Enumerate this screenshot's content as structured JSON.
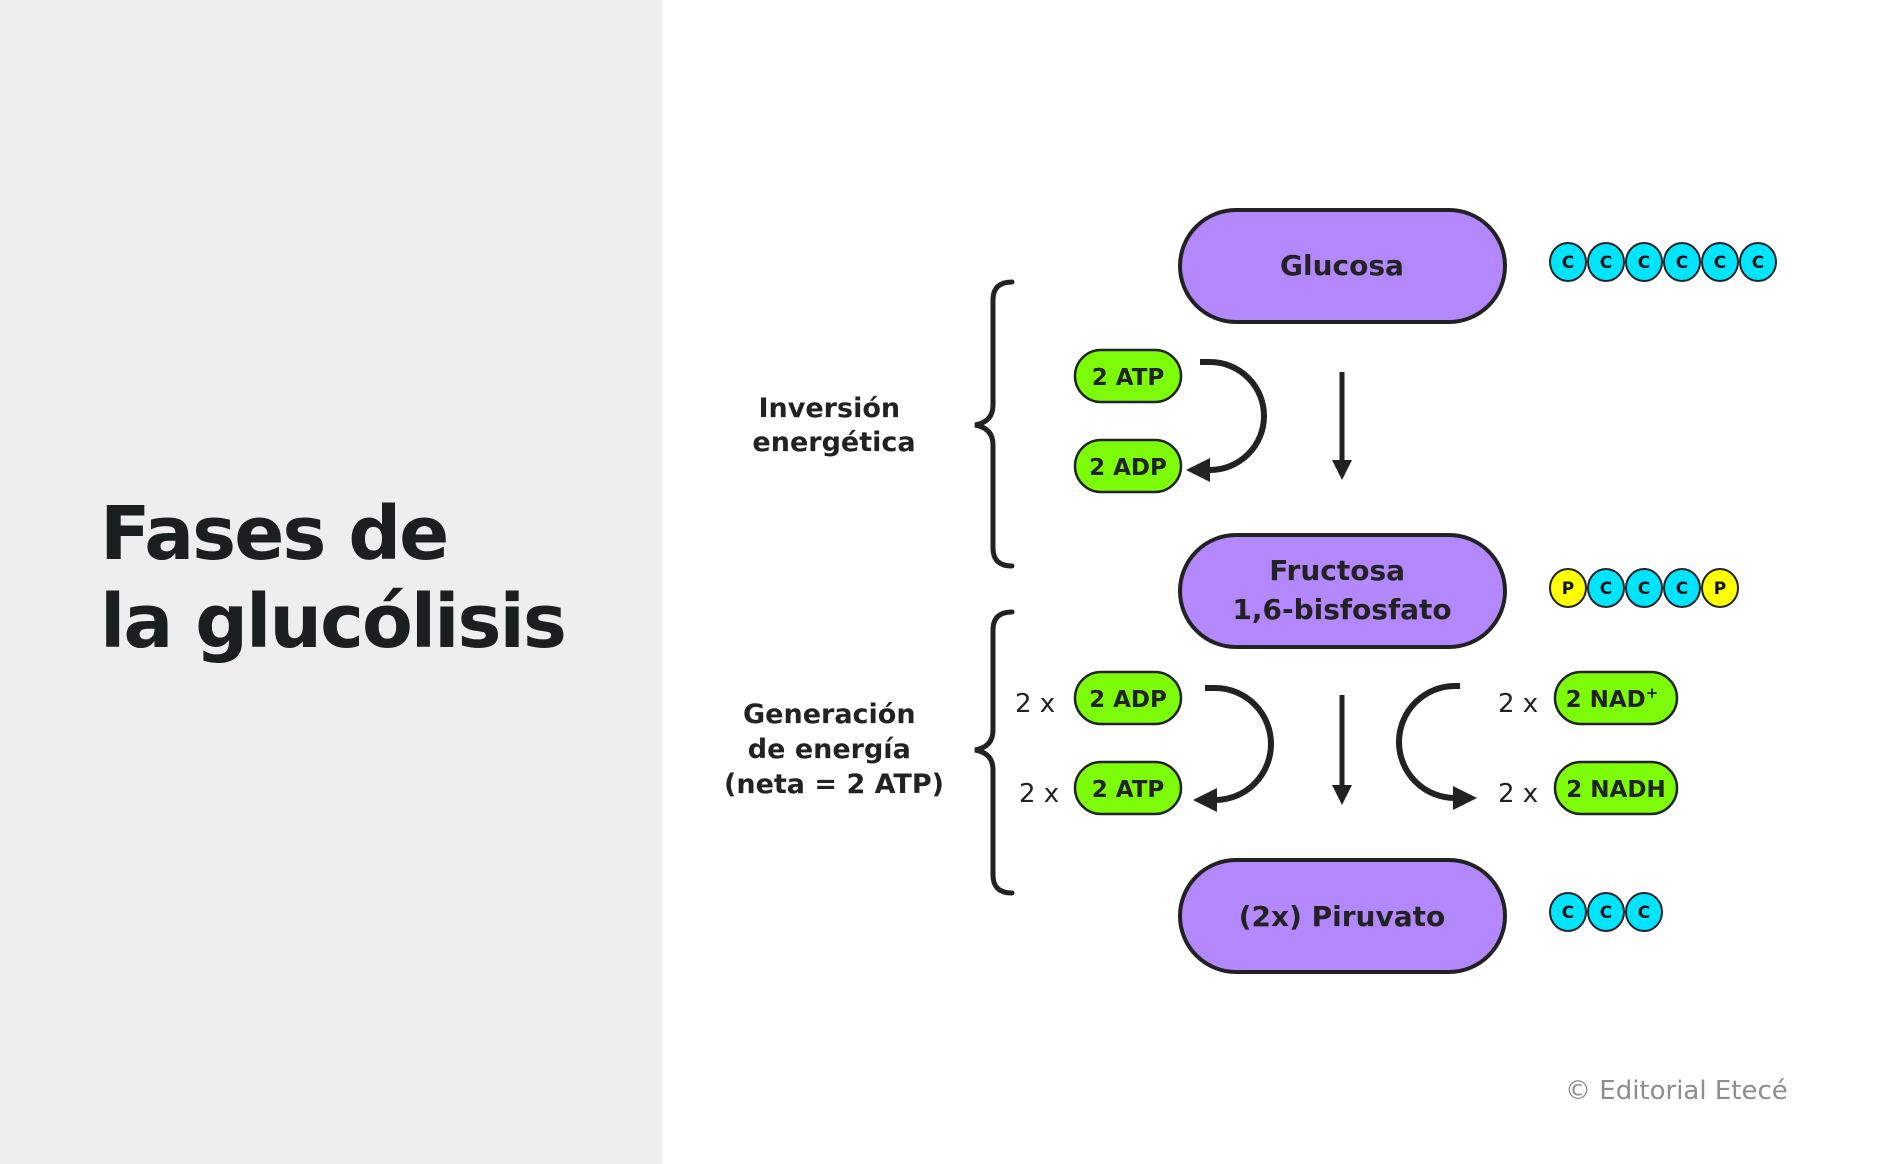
{
  "title": {
    "line1": "Fases de",
    "line2": "la glucólisis"
  },
  "colors": {
    "panel_bg": "#eeeeee",
    "molecule_fill": "#b388fc",
    "energy_fill": "#7dfc0a",
    "carbon_fill": "#00e5ff",
    "phosphate_fill": "#ffff00",
    "outline": "#222222",
    "credit": "#8e8e8e"
  },
  "molecules": [
    {
      "id": "glucosa",
      "lines": [
        "Glucosa"
      ],
      "atoms": [
        "C",
        "C",
        "C",
        "C",
        "C",
        "C"
      ]
    },
    {
      "id": "fructosa",
      "lines": [
        "Fructosa",
        "1,6-bisfosfato"
      ],
      "atoms": [
        "P",
        "C",
        "C",
        "C",
        "P"
      ]
    },
    {
      "id": "piruvato",
      "lines": [
        "(2x) Piruvato"
      ],
      "atoms": [
        "C",
        "C",
        "C"
      ]
    }
  ],
  "phases": [
    {
      "id": "inversion",
      "lines": [
        "Inversión",
        "energética"
      ]
    },
    {
      "id": "generacion",
      "lines": [
        "Generación",
        "de energía",
        "(neta = 2 ATP)"
      ]
    }
  ],
  "energy": {
    "phase1": {
      "input": "2 ATP",
      "output": "2 ADP"
    },
    "phase2_left": {
      "input": "2 ADP",
      "output": "2 ATP",
      "multiplier_in": "2 x",
      "multiplier_out": "2 x"
    },
    "phase2_right": {
      "input": "2 NAD",
      "input_sup": "+",
      "output": "2 NADH",
      "multiplier_in": "2 x",
      "multiplier_out": "2 x"
    }
  },
  "credit": "© Editorial Etecé"
}
